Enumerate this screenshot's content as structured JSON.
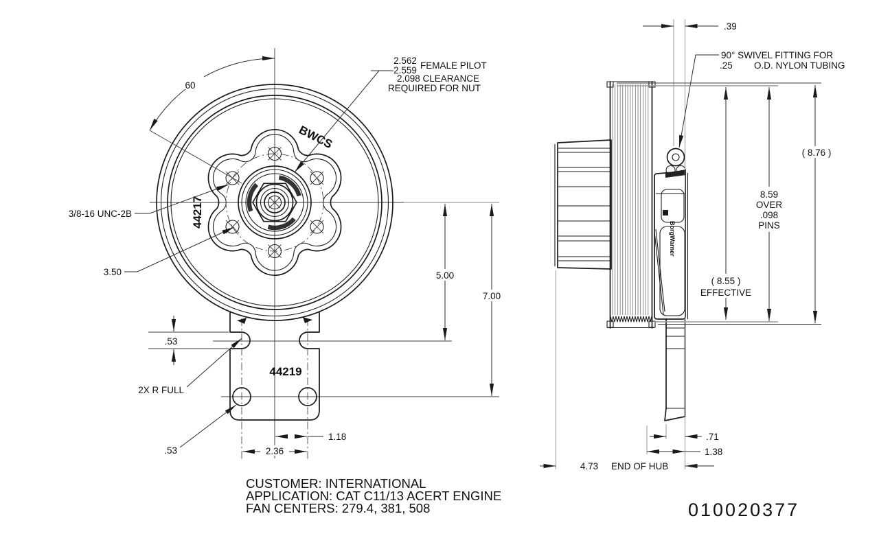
{
  "drawing": {
    "front_view": {
      "angle_dim": "60",
      "hub_part_no": "44217",
      "stamp": "BWCS",
      "thread_label": "3/8-16 UNC-2B",
      "bolt_circle_dim": "3.50",
      "pilot_dim_upper": "2.562",
      "pilot_dim_lower": "2.559",
      "pilot_label": "FEMALE PILOT",
      "clearance_line1": "2.098 CLEARANCE",
      "clearance_line2": "REQUIRED FOR NUT",
      "dim_5": "5.00",
      "dim_7": "7.00",
      "bracket_part_no": "44219",
      "slot_height_dim": ".53",
      "radius_note": "2X R FULL",
      "hole_dim": ".53",
      "dim_118": "1.18",
      "dim_236": "2.36"
    },
    "side_view": {
      "dim_39": ".39",
      "fitting_note_line1": "90° SWIVEL FITTING FOR",
      "fitting_tube_dim": ".25",
      "fitting_note_line2": "O.D. NYLON TUBING",
      "dim_876": "( 8.76 )",
      "dim_859": "8.59",
      "dim_859_l2": "OVER",
      "dim_859_l3": ".098",
      "dim_859_l4": "PINS",
      "dim_855": "( 8.55 )",
      "dim_855_label": "EFFECTIVE",
      "brand": "BorgWarner",
      "dim_71": ".71",
      "dim_138": "1.38",
      "dim_473": "4.73",
      "end_of_hub_label": "END OF HUB"
    },
    "notes": {
      "customer": "CUSTOMER: INTERNATIONAL",
      "application": "APPLICATION: CAT C11/13 ACERT ENGINE",
      "fan_centers": "FAN CENTERS: 279.4, 381, 508"
    },
    "drawing_number": "010020377",
    "colors": {
      "ink": "#1a1a1a",
      "paper": "#ffffff"
    }
  }
}
